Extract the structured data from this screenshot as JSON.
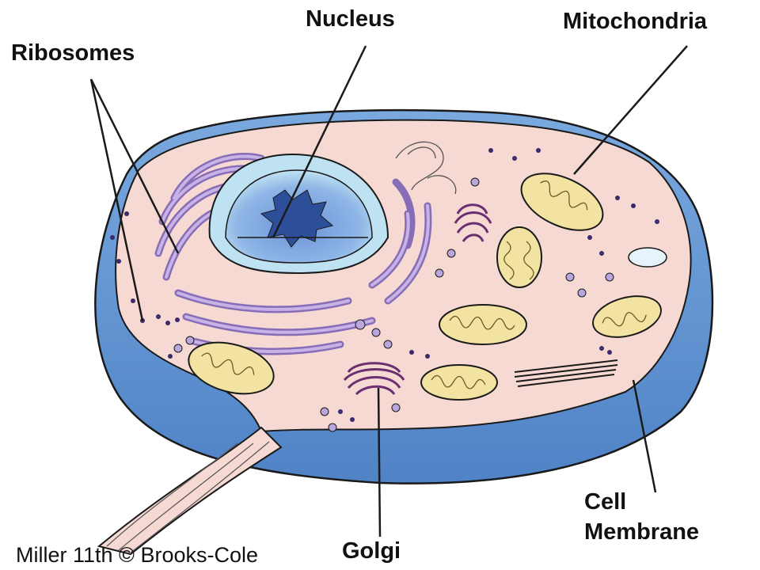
{
  "labels": {
    "nucleus": "Nucleus",
    "mitochondria": "Mitochondria",
    "ribosomes": "Ribosomes",
    "golgi": "Golgi",
    "cell": "Cell",
    "membrane": "Membrane"
  },
  "credit": "Miller 11th © Brooks-Cole",
  "colors": {
    "membrane_blue": "#6f9fd8",
    "membrane_dark": "#4a7fc4",
    "cytoplasm": "#f6d9d3",
    "nucleus_light": "#b9dff0",
    "nucleus_dark": "#5f8ad2",
    "er_purple": "#a88fcf",
    "mito_yellow": "#f3e3a3",
    "outline": "#1a1a1a"
  },
  "icons": [
    "animal-cell-illustration"
  ]
}
